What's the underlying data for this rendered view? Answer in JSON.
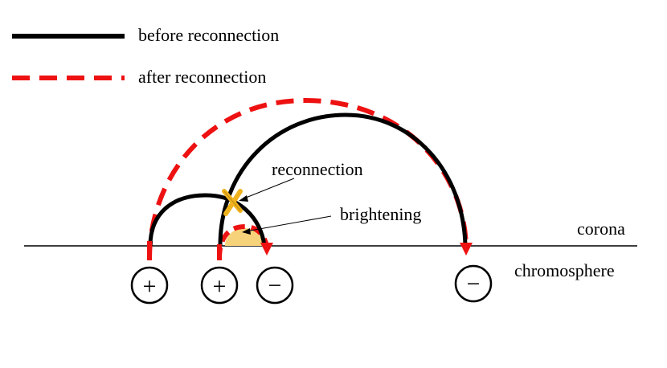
{
  "legend": {
    "before_label": "before reconnection",
    "after_label": "after reconnection",
    "before_color": "#000000",
    "after_color": "#ee1111"
  },
  "labels": {
    "reconnection": "reconnection",
    "brightening": "brightening",
    "corona": "corona",
    "chromosphere": "chromosphere"
  },
  "footpoints": [
    {
      "name": "footpoint-positive-1",
      "polarity": "+"
    },
    {
      "name": "footpoint-positive-2",
      "polarity": "+"
    },
    {
      "name": "footpoint-negative-1",
      "polarity": "−"
    },
    {
      "name": "footpoint-negative-2",
      "polarity": "−"
    }
  ],
  "colors": {
    "brightening_fill": "#f6d27a",
    "x_marker": "#f0b21d",
    "line": "#000000"
  },
  "icons": {
    "reconnection_marker": "x-cross-icon",
    "arrow": "arrowhead-icon"
  }
}
